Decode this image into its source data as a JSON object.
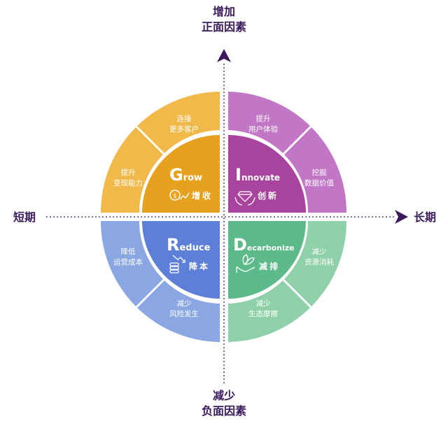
{
  "axes": {
    "top_line1": "增加",
    "top_line2": "正面因素",
    "bottom_line1": "减少",
    "bottom_line2": "负面因素",
    "left": "短期",
    "right": "长期"
  },
  "colors": {
    "axis": "#3a1a5c",
    "grow_outer": "#f0b94a",
    "grow_inner": "#e6a11f",
    "innovate_outer": "#c276c6",
    "innovate_inner": "#a8439e",
    "reduce_outer": "#8aa6e3",
    "reduce_inner": "#5d7fd8",
    "decarbonize_outer": "#8ed0a8",
    "decarbonize_inner": "#5bb98a"
  },
  "quadrants": {
    "grow": {
      "initial": "G",
      "rest": "row",
      "cn": "增收",
      "seg1_line1": "提升",
      "seg1_line2": "变现能力",
      "seg2_line1": "连接",
      "seg2_line2": "更多客户",
      "icon": "dollar-growth-icon"
    },
    "innovate": {
      "initial": "I",
      "rest": "nnovate",
      "cn": "创新",
      "seg1_line1": "提升",
      "seg1_line2": "用户体验",
      "seg2_line1": "挖掘",
      "seg2_line2": "数据价值",
      "icon": "diamond-hands-icon"
    },
    "reduce": {
      "initial": "R",
      "rest": "educe",
      "cn": "降本",
      "seg1_line1": "降低",
      "seg1_line2": "运营成本",
      "seg2_line1": "减少",
      "seg2_line2": "风险发生",
      "icon": "coins-down-icon"
    },
    "decarbonize": {
      "initial": "D",
      "rest": "ecarbonize",
      "cn": "减排",
      "seg1_line1": "减少",
      "seg1_line2": "资源消耗",
      "seg2_line1": "减少",
      "seg2_line2": "生态摩擦",
      "icon": "leaf-hand-icon"
    }
  }
}
